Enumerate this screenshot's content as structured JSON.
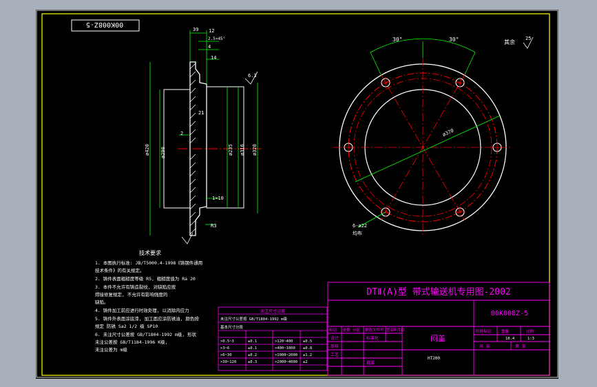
{
  "colors": {
    "background": "#a7afbb",
    "sheet": "#000000",
    "border": "#ffff00",
    "part": "#ffffff",
    "center": "#ff0000",
    "dims": "#00ff00",
    "text": "#ffffff",
    "title": "#ff00ff"
  },
  "drawing": {
    "code_box": "00K008Z-5",
    "roughness_note": "其余",
    "roughness_value": "25",
    "angle_left": "30°",
    "angle_right": "30°",
    "bolt_circle_dim": "ø370",
    "hole_dim": "6-ø22",
    "hole_note": "均布",
    "side_dims": {
      "t1": "39",
      "t2": "12",
      "t3": "2.5×45°",
      "t4": "4",
      "t5": "14",
      "rough": "6.3",
      "d1": "ø420",
      "d2": "ø290",
      "d3": "ø235",
      "d4": "ø316",
      "d5": "ø320",
      "inner": "21",
      "small": "2",
      "chamfer": "1×10",
      "radius": "R3"
    }
  },
  "notes": {
    "title": "技术要求",
    "lines": [
      "1. 本图执行标准: JB/T5000.4-1998《铸钢件通用",
      "   技术条件》的有关规定。",
      "2. 铸件表面粗糙度等级 R5, 粗糙度值为 Ra 20",
      "3. 本件不允许有铸造裂纹, 对缺陷应按",
      "   焊接修复规定, 不允许有影响强度的",
      "   缺陷。",
      "4. 铸件加工前应进行时效处理, 以消除内应力",
      "5. 铸件外表面涂底漆, 加工面应涂防锈油, 颜色按",
      "   规定 防锈 Sa2 1/2 级 SP10",
      "6. 未注尺寸公差按 GB/T1804-1992 m级, 形状",
      "   未注公差按 GB/T1184-1996 K级,",
      "   未注公差为 m级"
    ]
  },
  "tolerance_table": {
    "title": "未注尺寸公差",
    "rows": [
      [
        "未注尺寸公差按 GB/T1804-1992 m级",
        "",
        "",
        ""
      ],
      [
        "基本尺寸分段",
        "",
        "",
        ""
      ],
      [
        ">0.5~3",
        "±0.1",
        ">120~400",
        "±0.5"
      ],
      [
        ">3~6",
        "±0.1",
        ">400~1000",
        "±0.8"
      ],
      [
        ">6~30",
        "±0.2",
        ">1000~2000",
        "±1.2"
      ],
      [
        ">30~120",
        "±0.3",
        ">2000~4000",
        "±2"
      ]
    ]
  },
  "title_block": {
    "project": "DTⅡ(A)型 带式输送机专用图-2002",
    "drawing_no": "00K008Z-5",
    "part_name": "闷盖",
    "material": "HT200",
    "stage_label": "阶段标记",
    "weight_label": "重量",
    "scale_label": "比例",
    "weight_value": "18.4",
    "scale_value": "1:3",
    "sheet_total": "共  张",
    "sheet_no": "第  张",
    "rev_headers": [
      "标记",
      "处数",
      "分区",
      "更改文件号",
      "签名",
      "年月日"
    ],
    "sign_rows": [
      "设计",
      "标准化",
      "审核",
      "工艺",
      "批准"
    ]
  }
}
